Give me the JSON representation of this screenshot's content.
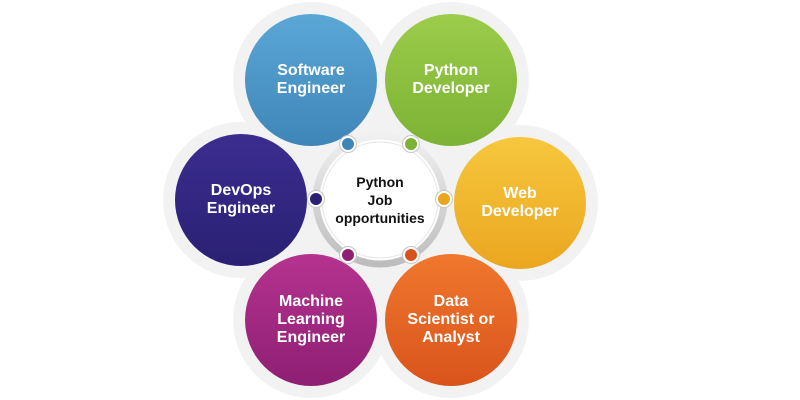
{
  "center": {
    "lines": [
      "Python",
      "Job",
      "opportunities"
    ]
  },
  "roles": [
    {
      "lines": [
        "Software",
        "Engineer"
      ],
      "color_top": "#5aa7d6",
      "color_bottom": "#3f86b8",
      "icon": "blue-dot"
    },
    {
      "lines": [
        "Python",
        "Developer"
      ],
      "color_top": "#9ccc4a",
      "color_bottom": "#7cb235",
      "icon": "green-dot"
    },
    {
      "lines": [
        "Web",
        "Developer"
      ],
      "color_top": "#f6c73d",
      "color_bottom": "#eba620",
      "icon": "yellow-dot"
    },
    {
      "lines": [
        "Data",
        "Scientist or",
        "Analyst"
      ],
      "color_top": "#f0772d",
      "color_bottom": "#d9541c",
      "icon": "orange-dot"
    },
    {
      "lines": [
        "Machine",
        "Learning",
        "Engineer"
      ],
      "color_top": "#b5338f",
      "color_bottom": "#8e1f73",
      "icon": "magenta-dot"
    },
    {
      "lines": [
        "DevOps",
        "Engineer"
      ],
      "color_top": "#3b2d8f",
      "color_bottom": "#2a2073",
      "icon": "indigo-dot"
    }
  ],
  "colors": {
    "ring": "#d9d9d9",
    "backdrop": "#f2f2f2"
  }
}
